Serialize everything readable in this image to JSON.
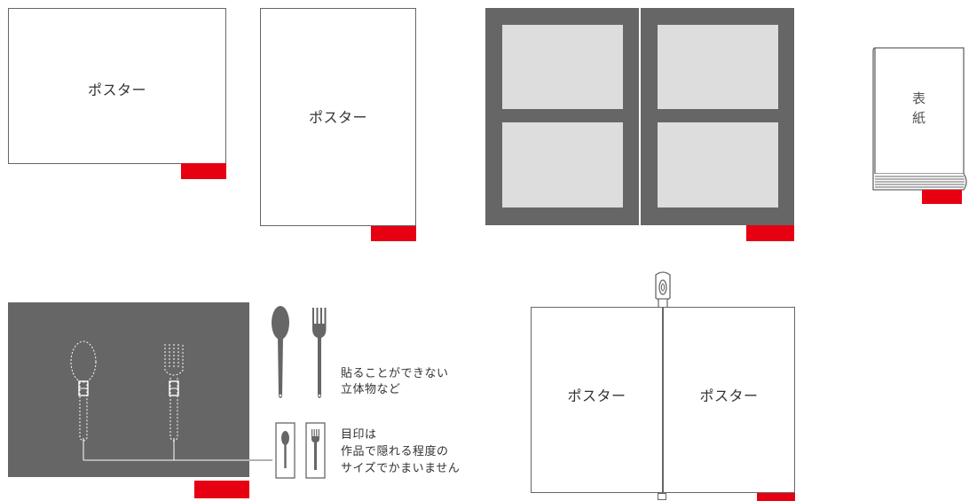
{
  "examples": {
    "landscape_poster": {
      "label": "ポスター"
    },
    "portrait_poster": {
      "label": "ポスター"
    },
    "book": {
      "cover_line1": "表",
      "cover_line2": "紙"
    },
    "cutlery_notes": {
      "note1_line1": "貼ることができない",
      "note1_line2": "立体物など",
      "note2_line1": "目印は",
      "note2_line2": "作品で隠れる程度の",
      "note2_line3": "サイズでかまいません"
    },
    "hanging_posters": {
      "left_label": "ポスター",
      "right_label": "ポスター"
    }
  },
  "colors": {
    "marker": "#e60012",
    "dark_panel": "#666666",
    "photo": "#dddddd",
    "outline": "#666666"
  },
  "icons": [
    "spoon-icon",
    "fork-icon",
    "tape-roll-icon",
    "book-icon"
  ]
}
